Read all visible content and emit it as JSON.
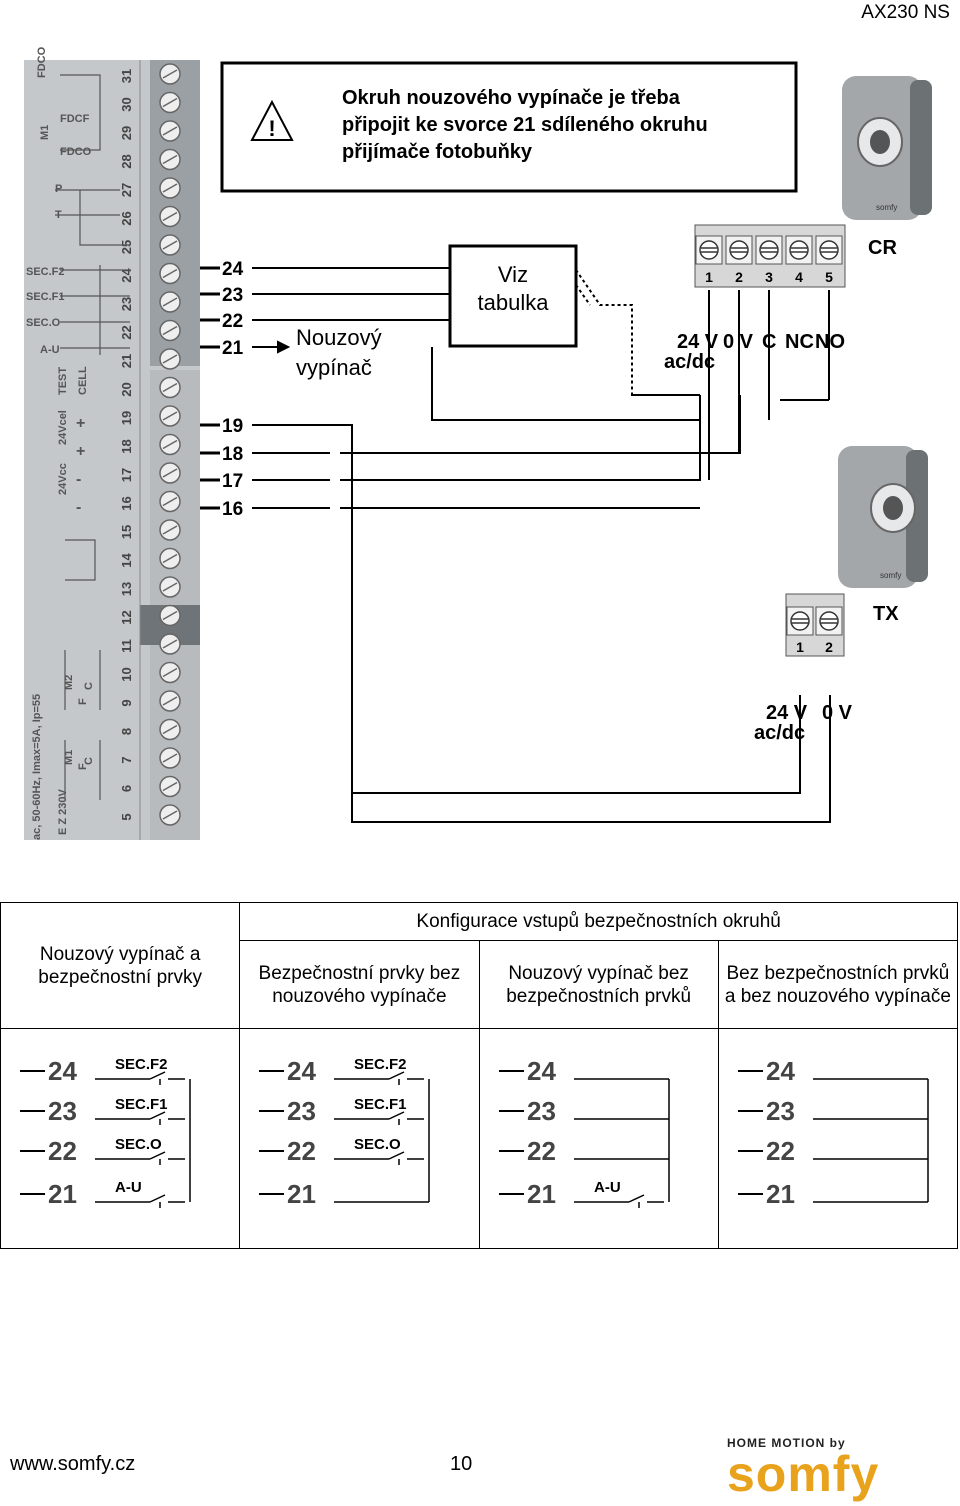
{
  "header": {
    "doc_code": "AX230 NS"
  },
  "diagram": {
    "warning_lines": [
      "Okruh nouzového vypínače je třeba",
      "připojit ke svorce 21 sdíleného okruhu",
      "přijímače fotobuňky"
    ],
    "viz_lines": [
      "Viz",
      "tabulka"
    ],
    "switch_lines": [
      "Nouzový",
      "vypínač"
    ],
    "terminals_top": [
      "24",
      "23",
      "22",
      "21"
    ],
    "terminals_mid": [
      "19",
      "18",
      "17",
      "16"
    ],
    "strip_left_labels": [
      "FDCO",
      "M1",
      "FDCF",
      "FDCO",
      "P",
      "T",
      "SEC.F2",
      "SEC.F1",
      "SEC.O",
      "A-U",
      "TEST",
      "CELL",
      "24Vcel",
      "24Vcc",
      "ac, 50-60Hz, Imax=5A, Ip=55",
      "E Z 230V",
      "M2",
      "M1",
      "F",
      "C",
      "C",
      "F"
    ],
    "strip_numbers": [
      "31",
      "30",
      "29",
      "28",
      "27",
      "26",
      "25",
      "24",
      "23",
      "22",
      "21",
      "20",
      "19",
      "18",
      "17",
      "16",
      "15",
      "14",
      "13",
      "12",
      "11",
      "10",
      "9",
      "8",
      "7",
      "6",
      "5"
    ],
    "strip_marks": [
      "+",
      "+",
      "-",
      "-"
    ],
    "cr": {
      "label": "CR",
      "pins": [
        "1",
        "2",
        "3",
        "4",
        "5"
      ],
      "pin_labels": [
        "24 V",
        "0 V",
        "C",
        "NC",
        "NO"
      ],
      "sub_label": "ac/dc",
      "brand": "somfy"
    },
    "tx": {
      "label": "TX",
      "pins": [
        "1",
        "2"
      ],
      "pin_labels": [
        "24 V",
        "0 V"
      ],
      "sub_label": "ac/dc",
      "brand": "somfy"
    }
  },
  "table": {
    "title": "Konfigurace vstupů bezpečnostních okruhů",
    "row_header": "Nouzový vypínač a bezpečnostní prvky",
    "columns": [
      "Bezpečnostní prvky bez nouzového vypínače",
      "Nouzový vypínač bez bezpečnostních prvků",
      "Bez bezpečnostních prvků a bez nouzového vypínače"
    ],
    "terminals": [
      "24",
      "23",
      "22",
      "21"
    ],
    "contacts": [
      "SEC.F2",
      "SEC.F1",
      "SEC.O",
      "A-U"
    ]
  },
  "footer": {
    "url": "www.somfy.cz",
    "page": "10",
    "logo_top": "HOME MOTION by",
    "logo_main": "somfy"
  }
}
